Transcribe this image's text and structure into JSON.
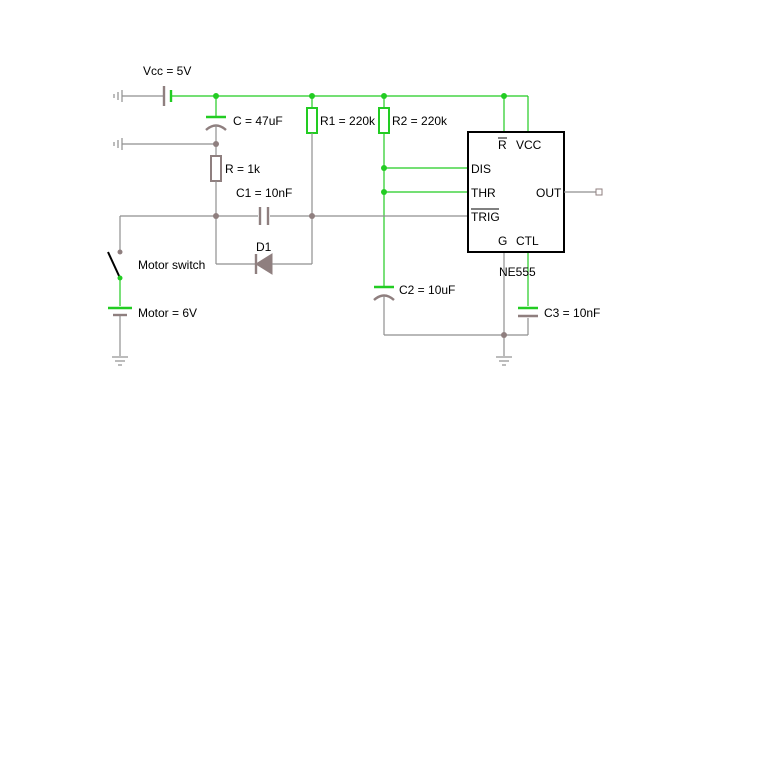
{
  "components": {
    "vcc": "Vcc = 5V",
    "c_main": "C = 47uF",
    "r_main": "R = 1k",
    "r1": "R1 = 220k",
    "r2": "R2 = 220k",
    "c1": "C1 = 10nF",
    "d1": "D1",
    "c2": "C2 = 10uF",
    "c3": "C3 = 10nF",
    "motor_switch": "Motor switch",
    "motor": "Motor = 6V",
    "chip_name": "NE555"
  },
  "chip_pins": {
    "reset": "R",
    "vcc": "VCC",
    "dis": "DIS",
    "thr": "THR",
    "out": "OUT",
    "trig": "TRIG",
    "gnd": "G",
    "ctl": "CTL"
  },
  "colors": {
    "energized_wire": "#22cc22",
    "idle_wire": "#8f8f8f",
    "chip_outline": "#000000"
  }
}
